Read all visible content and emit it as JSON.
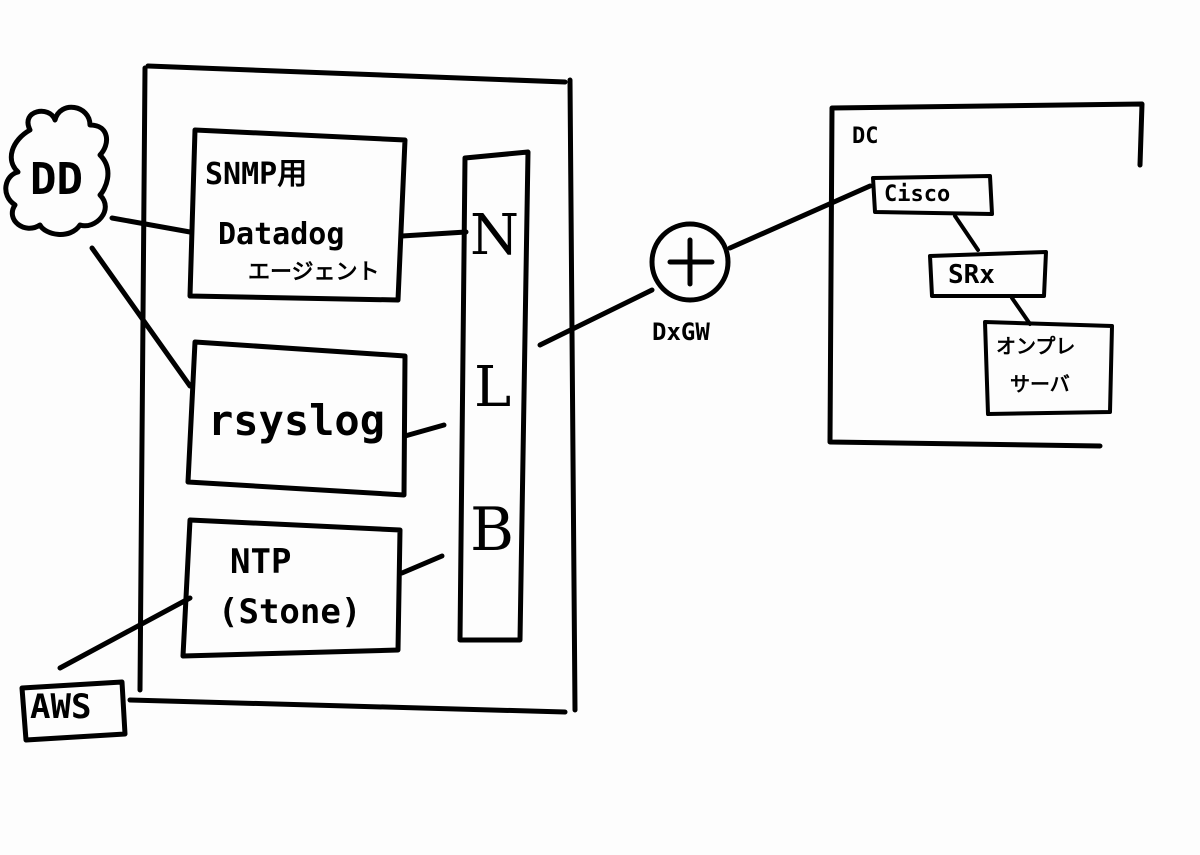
{
  "diagram": {
    "dd": "DD",
    "aws": "AWS",
    "snmp_box": {
      "line1": "SNMP用",
      "line2": "Datadog",
      "line3": "エージェント"
    },
    "rsyslog": "rsyslog",
    "ntp_box": {
      "line1": "NTP",
      "line2": "(Stone)"
    },
    "nlb": {
      "n": "N",
      "l": "L",
      "b": "B"
    },
    "dxgw": "DxGW",
    "dc": {
      "title": "DC",
      "cisco": "Cisco",
      "srx": "SRx",
      "onprem_line1": "オンプレ",
      "onprem_line2": "サーバ"
    }
  }
}
